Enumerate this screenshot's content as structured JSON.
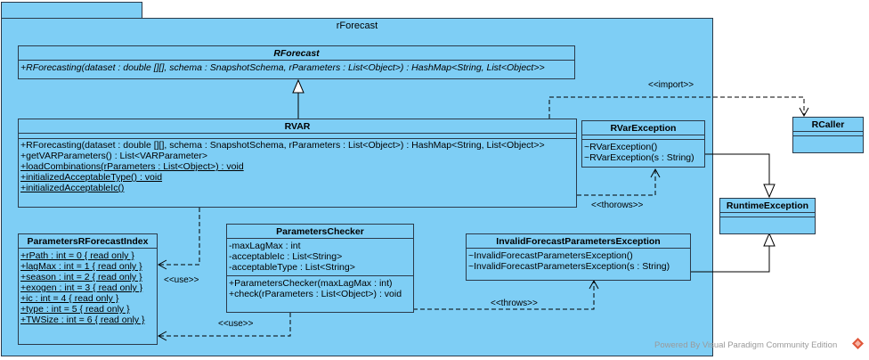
{
  "package": {
    "name": "rForecast"
  },
  "classes": {
    "rforecast": {
      "name": "RForecast",
      "methods": [
        "+RForecasting(dataset : double [][], schema : SnapshotSchema, rParameters : List<Object>) : HashMap<String, List<Object>>"
      ]
    },
    "rvar": {
      "name": "RVAR",
      "methods": [
        "+RForecasting(dataset : double [][], schema : SnapshotSchema, rParameters : List<Object>) : HashMap<String, List<Object>>",
        "+getVARParameters() : List<VARParameter>",
        "+loadCombinations(rParameters : List<Object>) : void",
        "+initializedAcceptableType() : void",
        "+initializedAcceptableIc()"
      ]
    },
    "rvarexception": {
      "name": "RVarException",
      "methods": [
        "~RVarException()",
        "~RVarException(s : String)"
      ]
    },
    "rcaller": {
      "name": "RCaller"
    },
    "runtimeexception": {
      "name": "RuntimeException"
    },
    "index": {
      "name": "ParametersRForecastIndex",
      "attributes": [
        "+rPath : int = 0 { read only }",
        "+lagMax : int = 1 { read only }",
        "+season : int = 2 { read only }",
        "+exogen : int = 3 { read only }",
        "+ic : int = 4 { read only }",
        "+type : int = 5 { read only }",
        "+TWSize : int = 6 { read only }"
      ]
    },
    "checker": {
      "name": "ParametersChecker",
      "attributes": [
        "-maxLagMax : int",
        "-acceptableIc : List<String>",
        "-acceptableType : List<String>"
      ],
      "methods": [
        "+ParametersChecker(maxLagMax : int)",
        "+check(rParameters : List<Object>) : void"
      ]
    },
    "invalid": {
      "name": "InvalidForecastParametersException",
      "methods": [
        "~InvalidForecastParametersException()",
        "~InvalidForecastParametersException(s : String)"
      ]
    }
  },
  "relations": {
    "import": "<<import>>",
    "throws_rvar": "<<thorows>>",
    "use_index": "<<use>>",
    "use_checker": "<<use>>",
    "throws_checker": "<<throws>>"
  },
  "footer": "Powered By  Visual Paradigm Community Edition"
}
